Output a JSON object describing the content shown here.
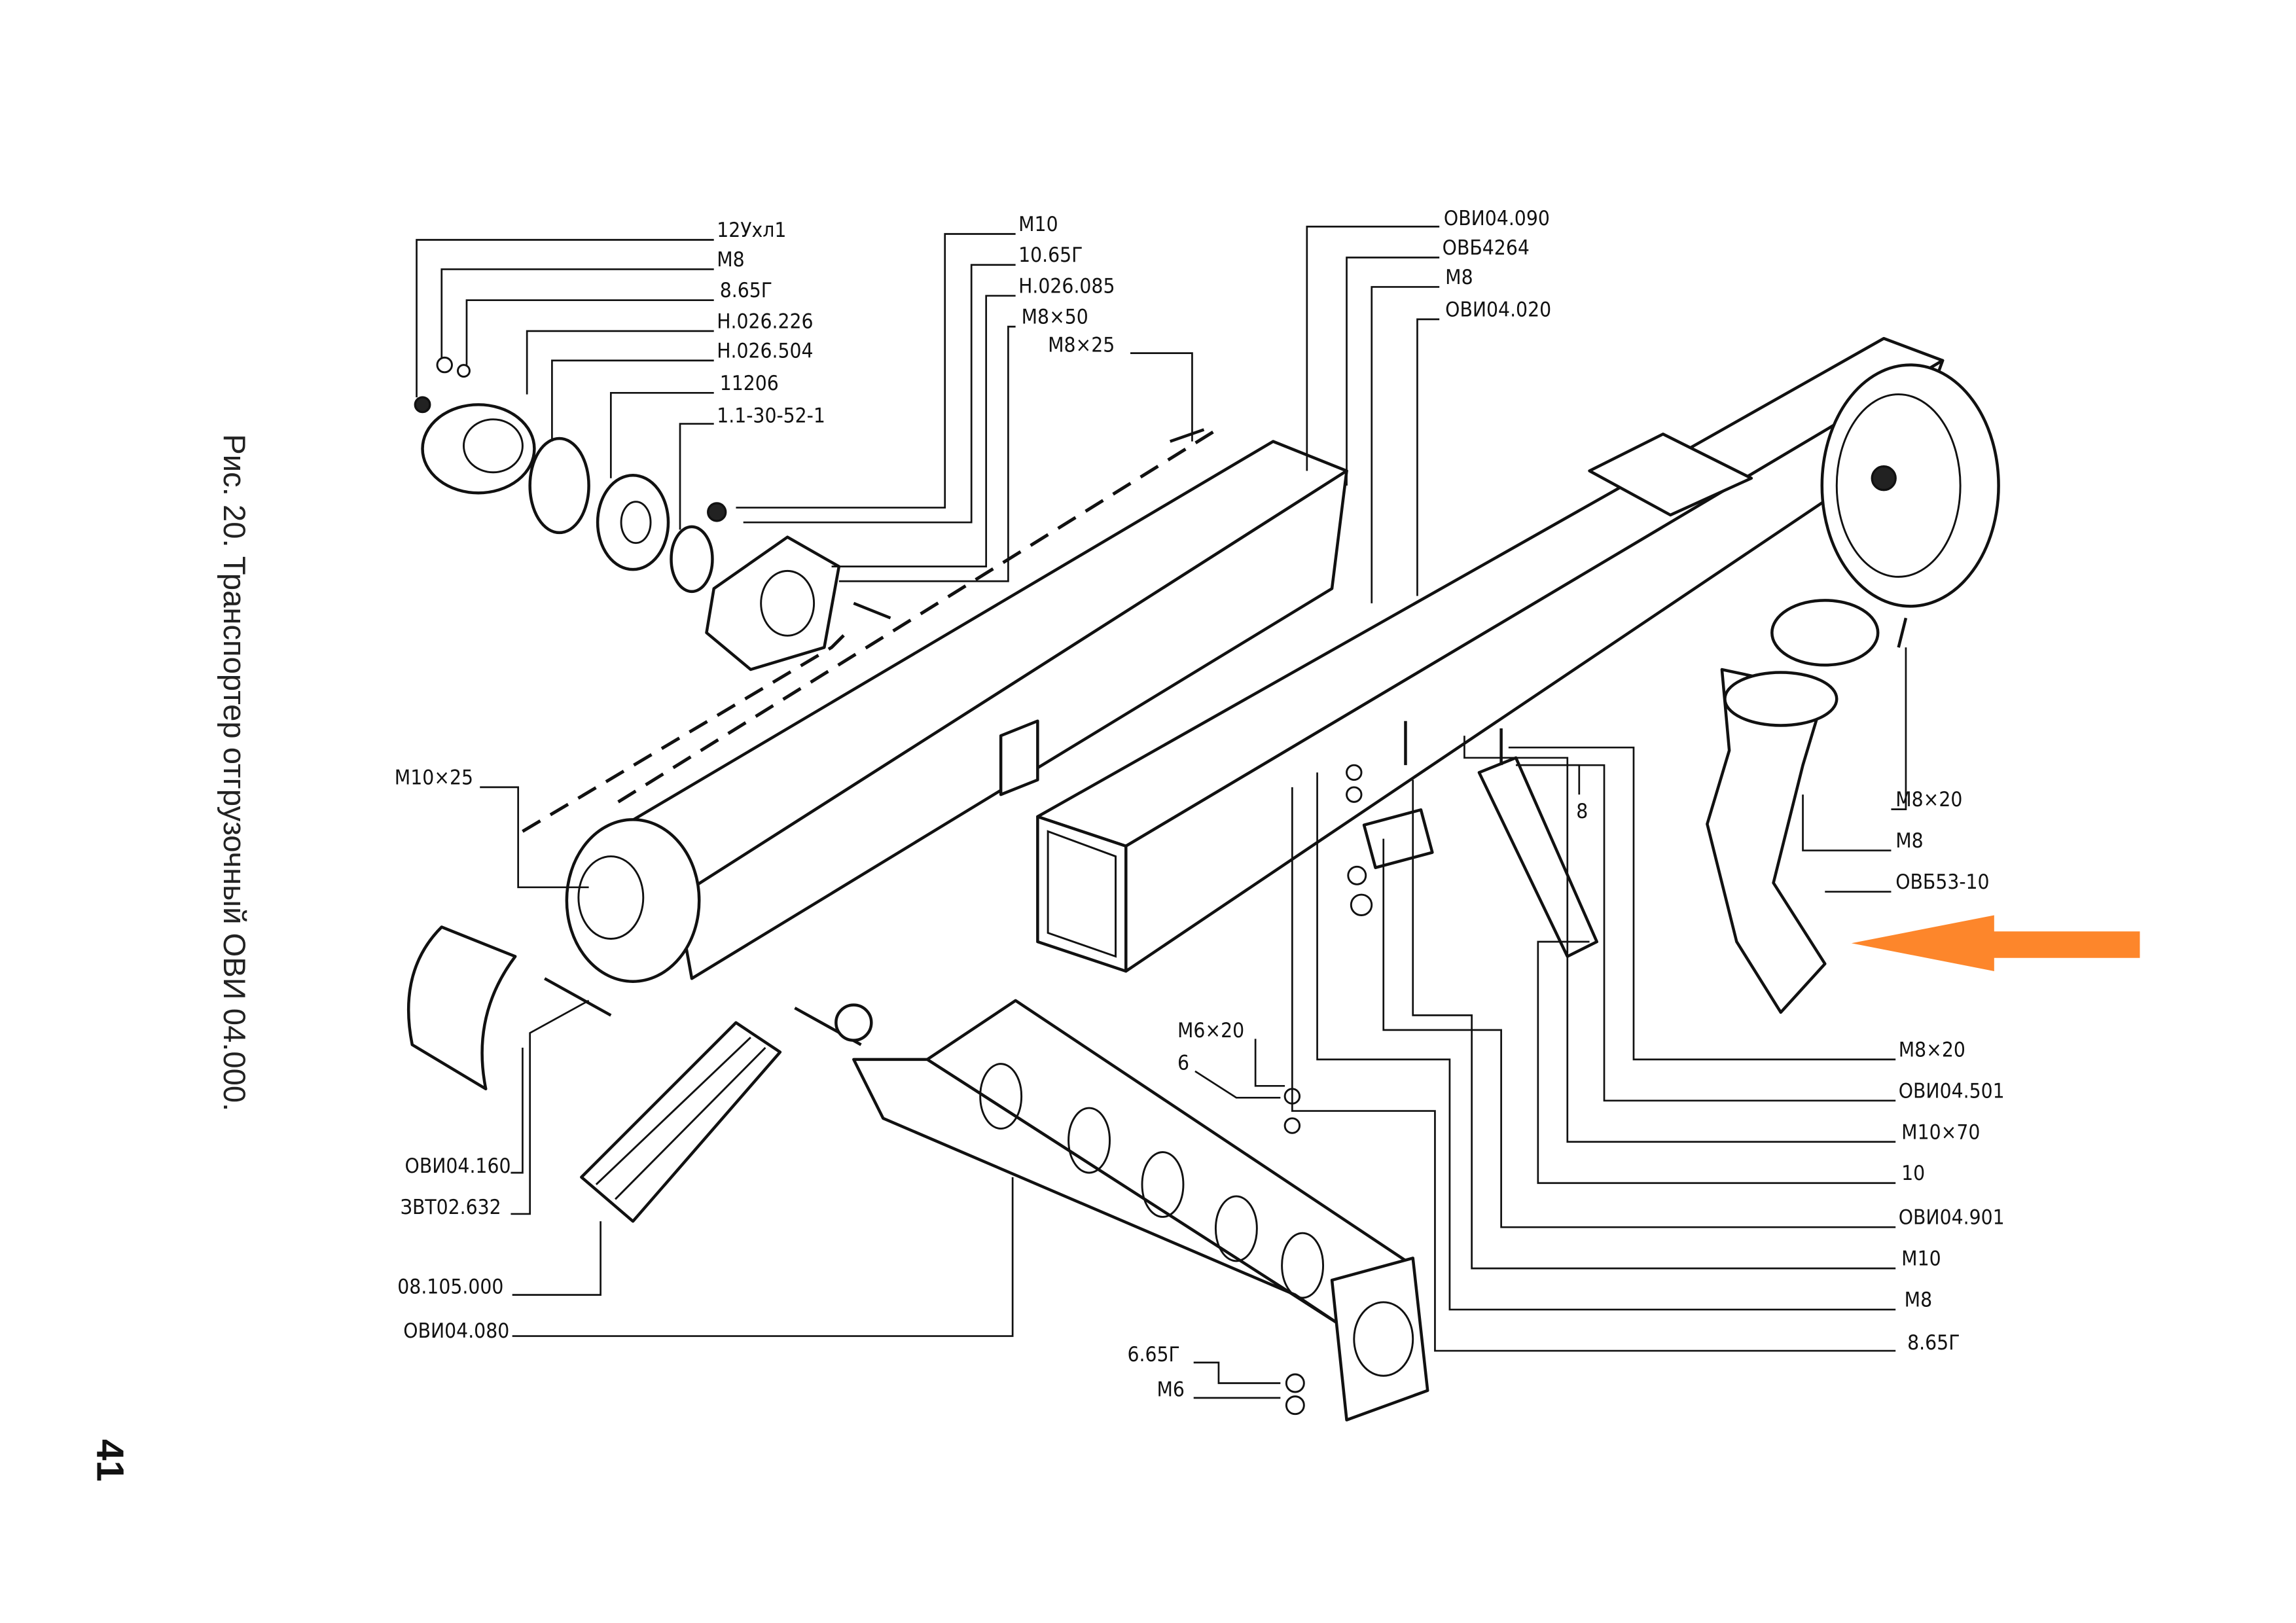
{
  "caption": "Рис. 20. Транспортер отгрузочный ОВИ 04.000.",
  "page_number": "41",
  "labels": {
    "bearing_group": [
      "12Ухл1",
      "M8",
      "8.65Г",
      "Н.026.226",
      "Н.026.504",
      "11206",
      "1.1-30-52-1"
    ],
    "housing_group": [
      "M10",
      "10.65Г",
      "Н.026.085",
      "M8×50",
      "M8×25"
    ],
    "top_right_group": [
      "ОВИ04.090",
      "ОВБ4264",
      "M8",
      "ОВИ04.020"
    ],
    "left_bolt": "M10×25",
    "brace_num": "8",
    "spout_group": [
      "M8×20",
      "M8",
      "ОВБ53-10"
    ],
    "right_group": [
      "M8×20",
      "ОВИ04.501",
      "M10×70",
      "10",
      "ОВИ04.901",
      "M10",
      "M8",
      "8.65Г"
    ],
    "auger_bolt": [
      "M6×20",
      "6"
    ],
    "lower_left_group": [
      "ОВИ04.160",
      "ЗВТ02.632",
      "08.105.000",
      "ОВИ04.080"
    ],
    "auger_nut": [
      "6.65Г",
      "M6"
    ]
  },
  "highlight_arrow_color": "#fd862b"
}
